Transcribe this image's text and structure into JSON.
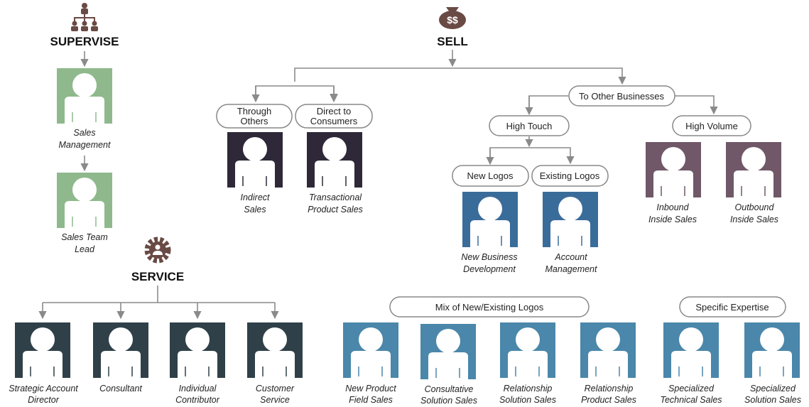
{
  "headers": {
    "supervise": "SUPERVISE",
    "sell": "SELL",
    "service": "SERVICE"
  },
  "header_icons": {
    "supervise": "org-chart-people-icon",
    "sell": "money-bag-icon",
    "service": "gear-person-icon"
  },
  "pills": {
    "through_others": [
      "Through",
      "Others"
    ],
    "direct_to_consumers": [
      "Direct to",
      "Consumers"
    ],
    "to_other_businesses": "To Other Businesses",
    "high_touch": "High Touch",
    "high_volume": "High Volume",
    "new_logos": "New Logos",
    "existing_logos": "Existing Logos",
    "mix_logos": "Mix of New/Existing Logos",
    "specific_expertise": "Specific Expertise"
  },
  "roles": {
    "sales_management": [
      "Sales",
      "Management"
    ],
    "sales_team_lead": [
      "Sales Team",
      "Lead"
    ],
    "indirect_sales": [
      "Indirect",
      "Sales"
    ],
    "transactional_product_sales": [
      "Transactional",
      "Product Sales"
    ],
    "new_business_development": [
      "New Business",
      "Development"
    ],
    "account_management": [
      "Account",
      "Management"
    ],
    "inbound_inside_sales": [
      "Inbound",
      "Inside Sales"
    ],
    "outbound_inside_sales": [
      "Outbound",
      "Inside Sales"
    ],
    "strategic_account_director": [
      "Strategic Account",
      "Director"
    ],
    "consultant": [
      "Consultant"
    ],
    "individual_contributor": [
      "Individual",
      "Contributor"
    ],
    "customer_service": [
      "Customer",
      "Service"
    ],
    "new_product_field_sales": [
      "New Product",
      "Field Sales"
    ],
    "consultative_solution_sales": [
      "Consultative",
      "Solution Sales"
    ],
    "relationship_solution_sales": [
      "Relationship",
      "Solution Sales"
    ],
    "relationship_product_sales": [
      "Relationship",
      "Product Sales"
    ],
    "specialized_technical_sales": [
      "Specialized",
      "Technical Sales"
    ],
    "specialized_solution_sales": [
      "Specialized",
      "Solution Sales"
    ]
  },
  "colors": {
    "supervise_green": "#8fb98c",
    "indirect_dark": "#2f2838",
    "high_touch_blue": "#3a6c9a",
    "high_volume_mauve": "#705868",
    "service_dark": "#2f4048",
    "mix_blue": "#4a87aa",
    "connector_gray": "#8a8a8a"
  }
}
